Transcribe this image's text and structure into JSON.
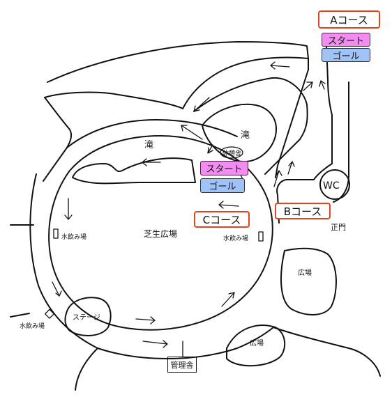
{
  "colors": {
    "course_border": "#e0441b",
    "start_fill": "#f38cf0",
    "goal_fill": "#9fc3f6"
  },
  "courses": {
    "a": {
      "name": "Aコース",
      "start": "スタート",
      "goal": "ゴール"
    },
    "b": {
      "name": "Bコース"
    },
    "c": {
      "name": "Cコース",
      "start": "スタート",
      "goal": "ゴール"
    }
  },
  "labels": {
    "taki_top": "滝",
    "taki_left": "滝",
    "kyukeisha": "休憩舎",
    "wc": "WC",
    "seimon": "正門",
    "shibafu": "芝生広場",
    "mizunomiba_left": "水飲み場",
    "mizunomiba_right": "水飲み場",
    "mizunomiba_bottom": "水飲み場",
    "stage": "ステージ",
    "hiroba_right": "広場",
    "hiroba_bottom": "広場",
    "kanrisha": "管理舎"
  },
  "icons": [
    "arrow-icon",
    "water-fountain-icon"
  ]
}
